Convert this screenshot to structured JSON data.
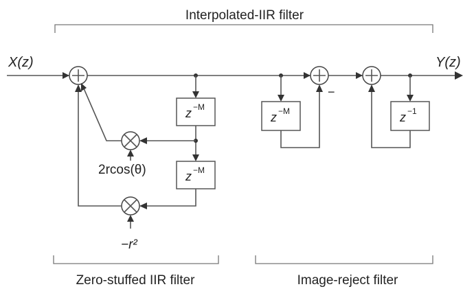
{
  "labels": {
    "top_bracket": "Interpolated-IIR filter",
    "bottom_left_bracket": "Zero-stuffed IIR filter",
    "bottom_right_bracket": "Image-reject filter",
    "input": "X(z)",
    "output": "Y(z)",
    "coef_1": "2rcos(θ)",
    "coef_2": "−r²",
    "delay_M": "z",
    "delay_M_exp": "−M",
    "delay_1": "z",
    "delay_1_exp": "−1",
    "minus_sign": "−"
  },
  "symbols": {
    "adder": "+",
    "multiplier": "×"
  },
  "icons": {
    "adder": "adder-icon",
    "multiplier": "multiplier-icon",
    "delay": "delay-block-icon",
    "arrow": "arrowhead-icon"
  }
}
